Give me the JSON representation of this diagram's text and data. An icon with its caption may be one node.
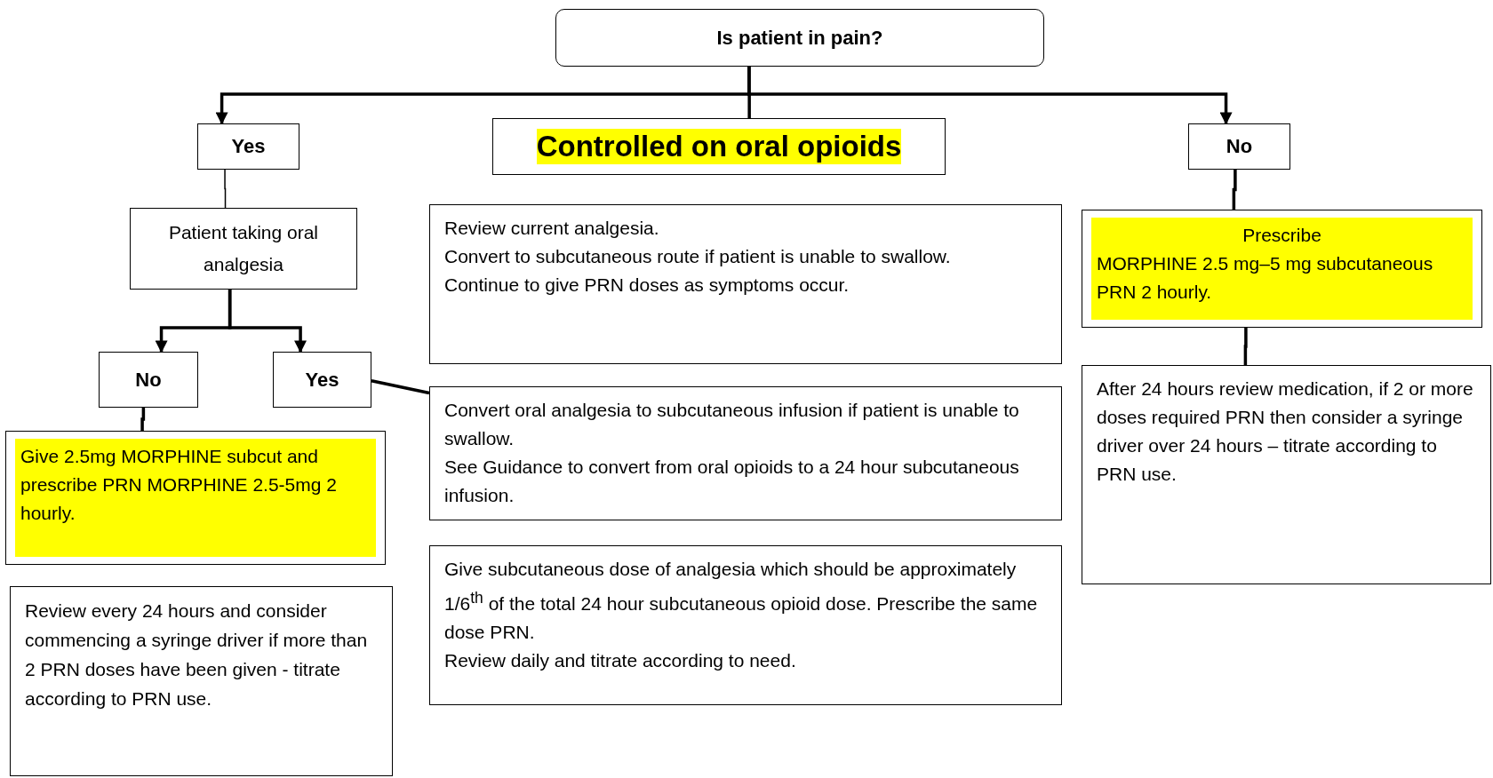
{
  "diagram": {
    "nodes": [
      {
        "text": [
          "Is patient in pain?"
        ]
      },
      {
        "text": [
          "Yes"
        ]
      },
      {
        "text": [
          "Controlled on oral opioids"
        ]
      },
      {
        "text": [
          "No"
        ]
      },
      {
        "text": [
          "Patient taking oral analgesia"
        ]
      },
      {
        "text": [
          "Review current analgesia.",
          "Convert to subcutaneous route if patient is unable to swallow.",
          "Continue to give PRN doses as symptoms occur."
        ]
      },
      {
        "text": [
          "Prescribe",
          "MORPHINE 2.5 mg–5 mg subcutaneous PRN 2 hourly."
        ]
      },
      {
        "text": [
          "No"
        ]
      },
      {
        "text": [
          "Yes"
        ]
      },
      {
        "text": [
          "Convert oral analgesia to subcutaneous infusion if patient is unable to swallow.",
          "See Guidance to convert from oral opioids to a 24 hour subcutaneous infusion."
        ]
      },
      {
        "text": [
          "After 24 hours review medication, if 2 or more doses required PRN then consider a syringe driver over 24 hours – titrate according to PRN use."
        ]
      },
      {
        "text": [
          "Give 2.5mg MORPHINE subcut and prescribe PRN MORPHINE 2.5-5mg 2 hourly."
        ]
      },
      {
        "text": [
          "Review every 24 hours and consider commencing a syringe driver if more than 2 PRN doses have been given - titrate according to PRN use."
        ]
      },
      {
        "text": [
          "Give subcutaneous dose of analgesia which should be approximately 1/6$^{th}$ of the total 24 hour subcutaneous opioid dose. Prescribe the same dose PRN.",
          "Review daily and titrate according to need."
        ]
      }
    ],
    "edges": [
      {
        "from": 0,
        "to": 1,
        "arrow": "to"
      },
      {
        "from": 0,
        "to": 2,
        "arrow": "none"
      },
      {
        "from": 0,
        "to": 3,
        "arrow": "to"
      },
      {
        "from": 1,
        "to": 4,
        "arrow": "none"
      },
      {
        "from": 4,
        "to": 7,
        "arrow": "to"
      },
      {
        "from": 4,
        "to": 8,
        "arrow": "to"
      },
      {
        "from": 3,
        "to": 6,
        "arrow": "none"
      },
      {
        "from": 7,
        "to": 11,
        "arrow": "none"
      },
      {
        "from": 8,
        "to": 9,
        "arrow": "none"
      },
      {
        "from": 6,
        "to": 10,
        "arrow": "none"
      }
    ]
  }
}
